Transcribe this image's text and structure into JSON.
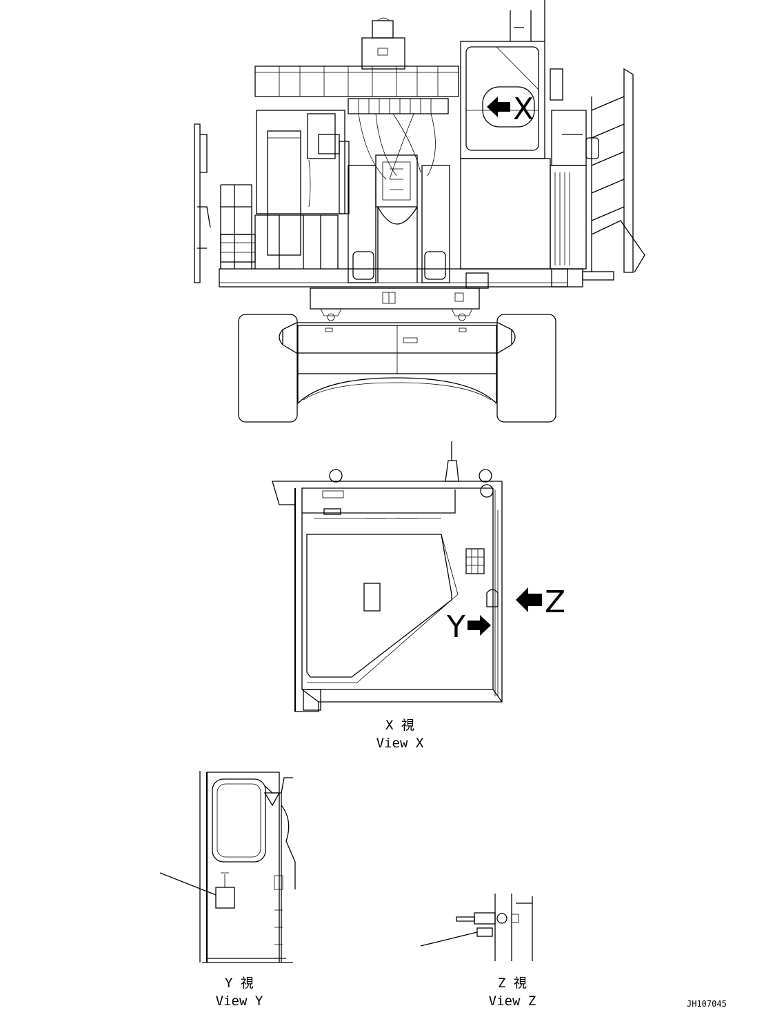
{
  "markers": {
    "x": "X",
    "y": "Y",
    "z": "Z"
  },
  "captions": {
    "view_x_jp": "X 視",
    "view_x_en": "View X",
    "view_y_jp": "Y 視",
    "view_y_en": "View Y",
    "view_z_jp": "Z 視",
    "view_z_en": "View Z"
  },
  "drawing_number": "JH107045"
}
